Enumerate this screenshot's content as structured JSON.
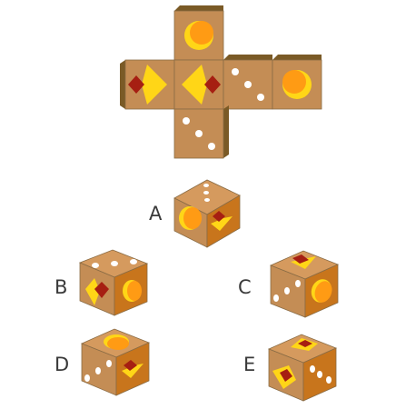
{
  "colors": {
    "face": "#c48d55",
    "face_right": "#c8751c",
    "face_top": "#d59a5e",
    "edge": "#7a5a26",
    "orange": "#ff9b14",
    "yellow": "#ffd617",
    "dark_red": "#a61f12",
    "dot": "#ffffff"
  },
  "options": [
    {
      "label": "A"
    },
    {
      "label": "B"
    },
    {
      "label": "C"
    },
    {
      "label": "D"
    },
    {
      "label": "E"
    }
  ]
}
